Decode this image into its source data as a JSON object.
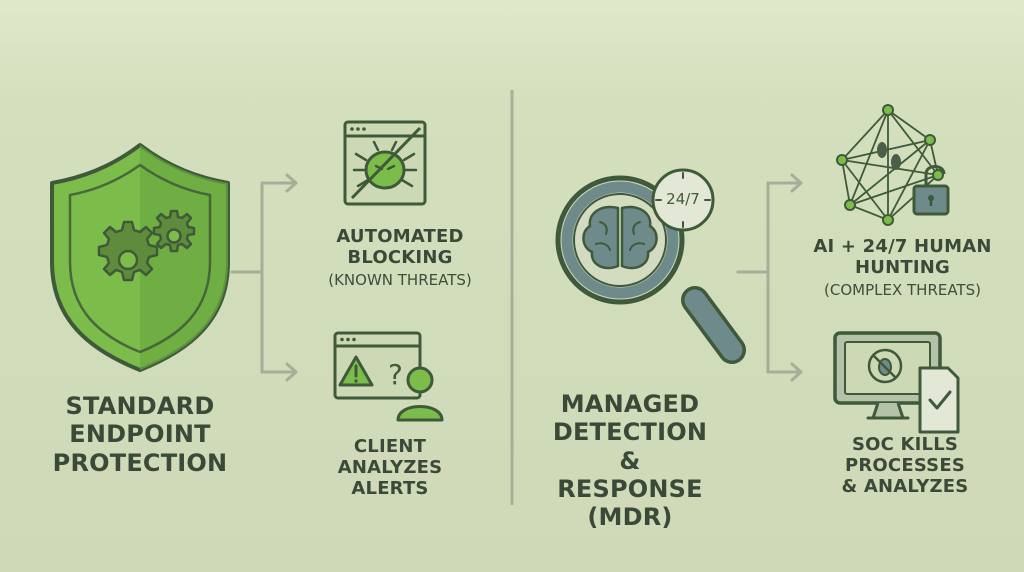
{
  "left": {
    "main_label_lines": [
      "STANDARD",
      "ENDPOINT",
      "PROTECTION"
    ],
    "outcome_top": {
      "title_lines": [
        "AUTOMATED",
        "BLOCKING"
      ],
      "subtitle": "(KNOWN THREATS)"
    },
    "outcome_bottom": {
      "title_lines": [
        "CLIENT",
        "ANALYZES",
        "ALERTS"
      ]
    }
  },
  "right": {
    "main_label_lines": [
      "MANAGED",
      "DETECTION &",
      "RESPONSE",
      "(MDR)"
    ],
    "clock_text": "24/7",
    "outcome_top": {
      "title_lines": [
        "AI + 24/7 HUMAN",
        "HUNTING"
      ],
      "subtitle": "(COMPLEX THREATS)"
    },
    "outcome_bottom": {
      "title_lines": [
        "SOC KILLS",
        "PROCESSES",
        "& ANALYZES"
      ]
    }
  },
  "icons": {
    "shield": "shield-with-gears-icon",
    "blocked_bug": "blocked-bug-window-icon",
    "alert_user": "alert-window-user-icon",
    "magnifier": "magnifier-brain-icon",
    "network": "network-lock-footprints-icon",
    "monitor": "monitor-bug-document-icon"
  },
  "colors": {
    "background": "#d3dfbd",
    "primary_green": "#7cbc4a",
    "dark_outline": "#3f5a3a",
    "slate": "#6e8a8a",
    "arrow": "#a5ad98",
    "text": "#3b4a38"
  }
}
